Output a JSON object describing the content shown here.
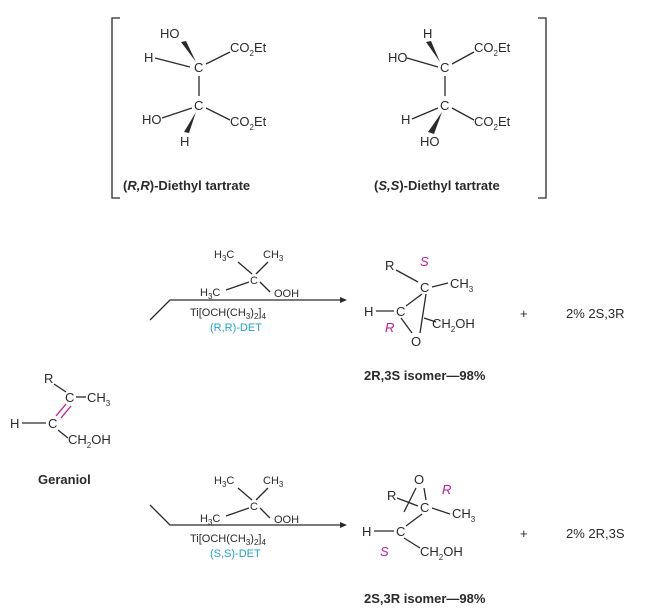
{
  "tartrates": {
    "rr": {
      "label_prefix": "(",
      "config": "R,R",
      "label_suffix": ")-Diethyl tartrate",
      "top_sub": "HO",
      "top_h": "H",
      "bottom_sub": "HO",
      "bottom_h": "H",
      "ester": "CO2Et"
    },
    "ss": {
      "label_prefix": "(",
      "config": "S,S",
      "label_suffix": ")-Diethyl tartrate",
      "top_h": "H",
      "top_sub": "HO",
      "bottom_h": "H",
      "bottom_sub": "HO",
      "ester": "CO2Et"
    }
  },
  "substrate": {
    "name": "Geraniol",
    "r": "R",
    "h": "H",
    "ch3": "CH3",
    "ch2oh": "CH2OH"
  },
  "reagent": {
    "h3c": "H3C",
    "ch3": "CH3",
    "ooh": "OOH",
    "catalyst": "Ti[OCH(CH3)2]4"
  },
  "reactions": [
    {
      "ligand": "(R,R)-DET",
      "ligand_color": "#1fa3c8",
      "product_label": "2R,3S isomer—98%",
      "minor": "2% 2S,3R",
      "stereo_top": "S",
      "stereo_bottom": "R",
      "plus": "+"
    },
    {
      "ligand": "(S,S)-DET",
      "ligand_color": "#1fa3c8",
      "product_label": "2S,3R isomer—98%",
      "minor": "2% 2R,3S",
      "stereo_top": "R",
      "stereo_bottom": "S",
      "plus": "+"
    }
  ],
  "colors": {
    "stereo": "#c2189a",
    "ligand": "#1fa3c8",
    "ink": "#2a2a2a"
  }
}
